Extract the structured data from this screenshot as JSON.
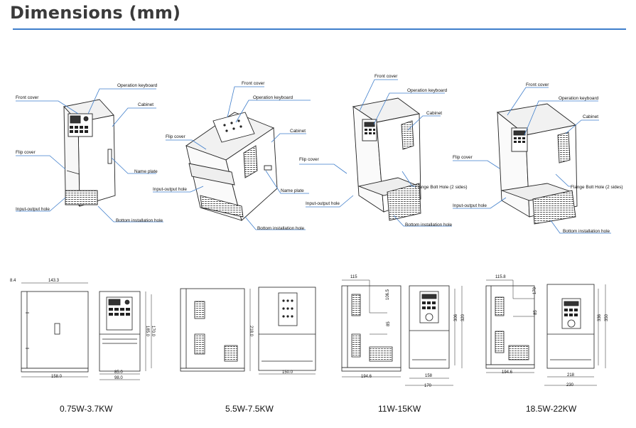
{
  "title": "Dimensions (mm)",
  "colors": {
    "accent_rule": "#3f7ecb",
    "leader": "#3f7ecb",
    "ink": "#111111"
  },
  "labels": {
    "front_cover": "Front cover",
    "operation_keyboard": "Operation keyboard",
    "cabinet": "Cabinet",
    "flip_cover": "Flip cover",
    "name_plate": "Name plate",
    "input_output_hole": "Input-output hole",
    "bottom_installation_hole": "Bottom installation hole",
    "flange_bolt_hole": "Flange Bolt Hole (2 sides)"
  },
  "models": [
    {
      "caption": "0.75W-3.7KW",
      "dims": {
        "side_offset": "8.4",
        "side_depth": "143.3",
        "side_base": "158.0",
        "front_height_1": "185.0",
        "front_height_2": "170.0",
        "front_width_1": "85.0",
        "front_width_2": "98.0"
      }
    },
    {
      "caption": "5.5W-7.5KW",
      "dims": {
        "side_height": "218.0",
        "front_width": "150.0"
      }
    },
    {
      "caption": "11W-15KW",
      "dims": {
        "top_offset": "115",
        "hole_offset": "106.5",
        "hole_gap": "85",
        "front_height_1": "306",
        "front_height_2": "320",
        "side_depth": "194.6",
        "front_width_1": "158",
        "front_width_2": "170"
      }
    },
    {
      "caption": "18.5W-22KW",
      "dims": {
        "top_offset": "115.8",
        "hole_offset": "170",
        "hole_gap": "85",
        "front_height_1": "336",
        "front_height_2": "350",
        "side_depth": "194.6",
        "front_width_1": "218",
        "front_width_2": "230"
      }
    }
  ]
}
